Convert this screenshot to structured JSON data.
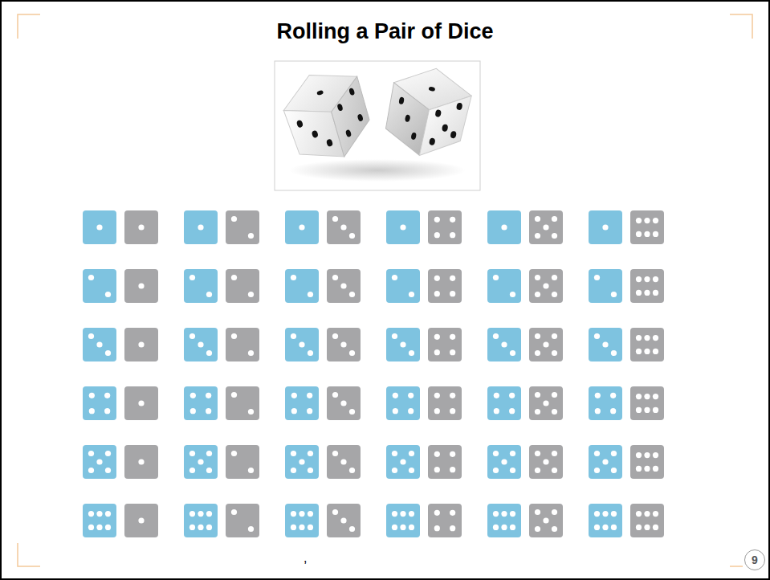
{
  "diagram": {
    "title": "Rolling a Pair of Dice",
    "nodes": [
      {
        "text": [
          "9"
        ]
      }
    ],
    "labels": [
      ","
    ]
  }
}
